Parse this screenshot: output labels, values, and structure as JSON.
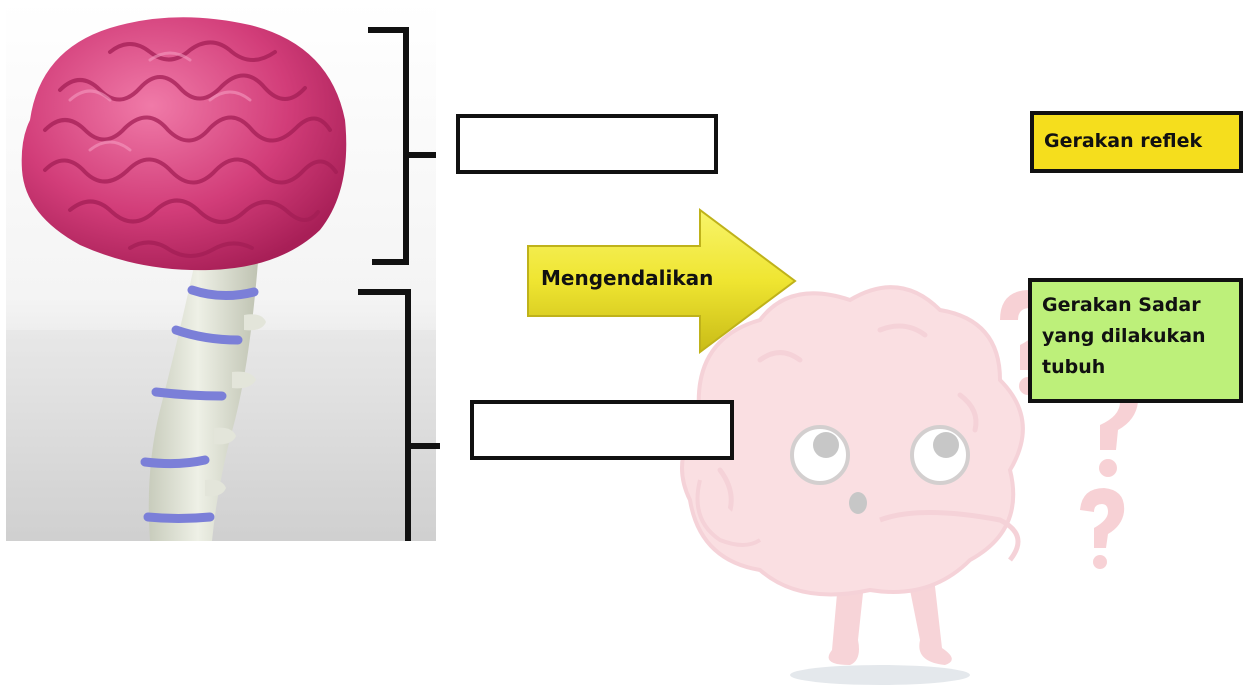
{
  "arrow": {
    "label": "Mengendalikan"
  },
  "options": [
    {
      "text": "Gerakan reflek"
    },
    {
      "text": "Gerakan Sadar yang dilakukan tubuh"
    }
  ],
  "blanks": [
    {
      "value": ""
    },
    {
      "value": ""
    }
  ],
  "colors": {
    "brain": "#c9326e",
    "spinal_cord": "#d9dcd0",
    "spinal_bands": "#7b7fd8",
    "arrow": "#f2e93a",
    "option_reflex_bg": "#f5de1d",
    "option_sadar_bg": "#bdf07a"
  },
  "icons": {
    "brain_image": "brain-with-spinal-cord-illustration",
    "mascot": "confused-brain-mascot-with-question-marks"
  }
}
